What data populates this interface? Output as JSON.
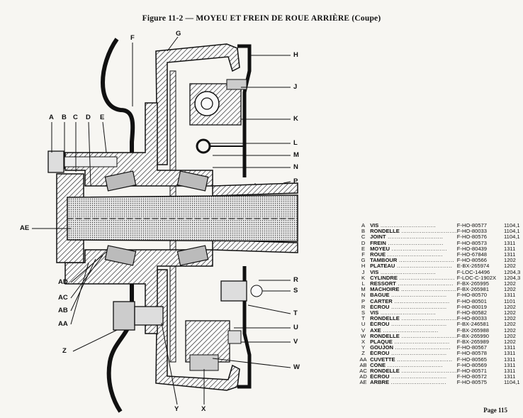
{
  "figure": {
    "title": "Figure 11-2 — MOYEU ET FREIN DE ROUE ARRIÈRE (Coupe)"
  },
  "callouts": {
    "A": "A",
    "B": "B",
    "C": "C",
    "D": "D",
    "E": "E",
    "F": "F",
    "G": "G",
    "H": "H",
    "J": "J",
    "K": "K",
    "L": "L",
    "M": "M",
    "N": "N",
    "P": "P",
    "R": "R",
    "S": "S",
    "T": "T",
    "U": "U",
    "V": "V",
    "W": "W",
    "X": "X",
    "Y": "Y",
    "Z": "Z",
    "AA": "AA",
    "AB": "AB",
    "AC": "AC",
    "AD": "AD",
    "AE": "AE"
  },
  "parts_list": [
    {
      "code": "A",
      "name": "VIS",
      "ref": "F-HO-80577",
      "group": "1104,1"
    },
    {
      "code": "B",
      "name": "RONDELLE",
      "ref": "F-HO-80033",
      "group": "1104,1"
    },
    {
      "code": "C",
      "name": "JOINT",
      "ref": "F-HO-80576",
      "group": "1104,1"
    },
    {
      "code": "D",
      "name": "FREIN",
      "ref": "F-HO-80573",
      "group": "1311"
    },
    {
      "code": "E",
      "name": "MOYEU",
      "ref": "F-HO-80439",
      "group": "1311"
    },
    {
      "code": "F",
      "name": "ROUE",
      "ref": "F-HO-67848",
      "group": "1311"
    },
    {
      "code": "G",
      "name": "TAMBOUR",
      "ref": "F-HO-80566",
      "group": "1202"
    },
    {
      "code": "H",
      "name": "PLATEAU",
      "ref": "E-BX-265974",
      "group": "1202"
    },
    {
      "code": "J",
      "name": "VIS",
      "ref": "F-LOC-14496",
      "group": "1204,3"
    },
    {
      "code": "K",
      "name": "CYLINDRE",
      "ref": "F-LOC-C-1902X",
      "group": "1204,3"
    },
    {
      "code": "L",
      "name": "RESSORT",
      "ref": "F-BX-265995",
      "group": "1202"
    },
    {
      "code": "M",
      "name": "MACHOIRE",
      "ref": "F-BX-265981",
      "group": "1202"
    },
    {
      "code": "N",
      "name": "BAGUE",
      "ref": "F-HO-80570",
      "group": "1311"
    },
    {
      "code": "P",
      "name": "CARTER",
      "ref": "F-HO-80501",
      "group": "1101"
    },
    {
      "code": "R",
      "name": "ÉCROU",
      "ref": "F-HO-80019",
      "group": "1202"
    },
    {
      "code": "S",
      "name": "VIS",
      "ref": "F-HO-80582",
      "group": "1202"
    },
    {
      "code": "T",
      "name": "RONDELLE",
      "ref": "F-HO-80033",
      "group": "1202"
    },
    {
      "code": "U",
      "name": "ÉCROU",
      "ref": "F-BX-246581",
      "group": "1202"
    },
    {
      "code": "V",
      "name": "AXE",
      "ref": "F-BX-265988",
      "group": "1202"
    },
    {
      "code": "W",
      "name": "RONDELLE",
      "ref": "F-BX-265990",
      "group": "1202"
    },
    {
      "code": "X",
      "name": "PLAQUE",
      "ref": "F-BX-265989",
      "group": "1202"
    },
    {
      "code": "Y",
      "name": "GOUJON",
      "ref": "F-HO-80567",
      "group": "1311"
    },
    {
      "code": "Z",
      "name": "ÉCROU",
      "ref": "F-HO-80578",
      "group": "1311"
    },
    {
      "code": "AA",
      "name": "CUVETTE",
      "ref": "F-HO-80565",
      "group": "1311"
    },
    {
      "code": "AB",
      "name": "CONE",
      "ref": "F-HO-80569",
      "group": "1311"
    },
    {
      "code": "AC",
      "name": "RONDELLE",
      "ref": "F-HO-80571",
      "group": "1311"
    },
    {
      "code": "AD",
      "name": "ÉCROU",
      "ref": "F-HO-80572",
      "group": "1311"
    },
    {
      "code": "AE",
      "name": "ARBRE",
      "ref": "F-HO-80575",
      "group": "1104,1"
    }
  ],
  "page": {
    "label": "Page 115"
  }
}
